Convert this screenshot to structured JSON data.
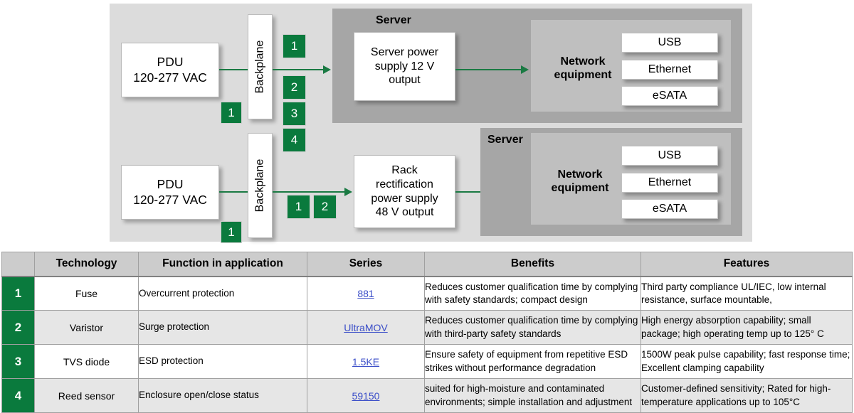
{
  "diagram": {
    "rows": [
      {
        "pdu": {
          "line1": "PDU",
          "line2": "120-277 VAC"
        },
        "pdu_badge": "1",
        "backplane_label": "Backplane",
        "backplane_badges": [
          "1",
          "2",
          "3",
          "4"
        ],
        "psu": {
          "line1": "Server power",
          "line2": "supply 12 V",
          "line3": "output"
        },
        "server_label": "Server",
        "network_label_line1": "Network",
        "network_label_line2": "equipment",
        "ports": [
          "USB",
          "Ethernet",
          "eSATA"
        ]
      },
      {
        "pdu": {
          "line1": "PDU",
          "line2": "120-277 VAC"
        },
        "pdu_badge": "1",
        "backplane_label": "Backplane",
        "inline_badges": [
          "1",
          "2"
        ],
        "psu": {
          "line1": "Rack",
          "line2": "rectification",
          "line3": "power supply",
          "line4": "48 V output"
        },
        "server_label": "Server",
        "network_label_line1": "Network",
        "network_label_line2": "equipment",
        "ports": [
          "USB",
          "Ethernet",
          "eSATA"
        ]
      }
    ]
  },
  "table": {
    "headers": {
      "index": "",
      "technology": "Technology",
      "function": "Function in application",
      "series": "Series",
      "benefits": "Benefits",
      "features": "Features"
    },
    "rows": [
      {
        "index": "1",
        "technology": "Fuse",
        "function": "Overcurrent protection",
        "series": "881",
        "benefits": "Reduces customer qualification time by complying with safety standards; compact design",
        "features": "Third party compliance UL/IEC, low internal resistance, surface mountable,"
      },
      {
        "index": "2",
        "technology": "Varistor",
        "function": "Surge protection",
        "series": "UltraMOV",
        "benefits": "Reduces customer qualification time by complying with third-party safety standards",
        "features": "High energy absorption capability; small package; high operating temp up to 125° C"
      },
      {
        "index": "3",
        "technology": "TVS diode",
        "function": "ESD protection",
        "series": "1.5KE",
        "benefits": "Ensure safety of equipment from repetitive ESD strikes  without performance degradation",
        "features": "1500W peak pulse capability; fast response time; Excellent clamping capability"
      },
      {
        "index": "4",
        "technology": "Reed sensor",
        "function": "Enclosure open/close status",
        "series": "59150",
        "benefits": "suited for high-moisture and contaminated environments; simple installation and adjustment",
        "features": "Customer-defined sensitivity; Rated for high-temperature applications up to 105°C"
      }
    ]
  },
  "colors": {
    "brand_green": "#0a7a3d",
    "arrow_green": "#1a7a43",
    "diagram_bg": "#dcdcdc",
    "server_bg": "#a6a6a6",
    "network_bg": "#bfbfbf",
    "header_bg": "#cccccc",
    "alt_row_bg": "#e6e6e6",
    "link_blue": "#3b4ec8"
  }
}
